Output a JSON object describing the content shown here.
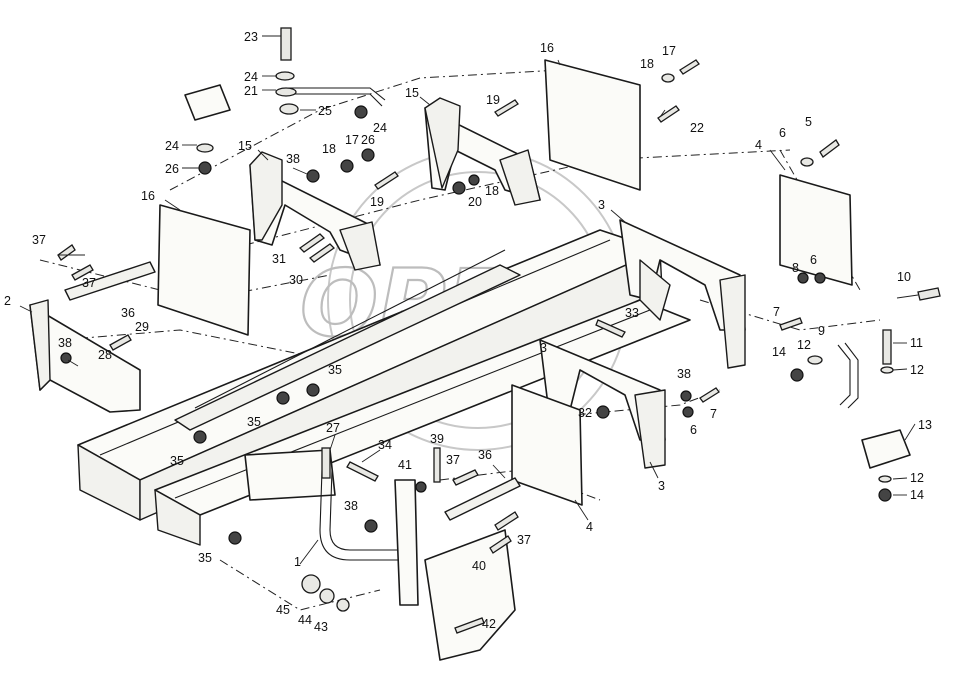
{
  "watermark": {
    "text": "OPEX"
  },
  "labels": [
    {
      "id": "l23a",
      "text": "23"
    },
    {
      "id": "l24a",
      "text": "24"
    },
    {
      "id": "l21",
      "text": "21"
    },
    {
      "id": "l25",
      "text": "25"
    },
    {
      "id": "l24b",
      "text": "24"
    },
    {
      "id": "l26a",
      "text": "26"
    },
    {
      "id": "l15a",
      "text": "15"
    },
    {
      "id": "l38a",
      "text": "38"
    },
    {
      "id": "l18a",
      "text": "18"
    },
    {
      "id": "l17a",
      "text": "17"
    },
    {
      "id": "l26b",
      "text": "26"
    },
    {
      "id": "l24c",
      "text": "24"
    },
    {
      "id": "l19a",
      "text": "19"
    },
    {
      "id": "l16a",
      "text": "16"
    },
    {
      "id": "l31",
      "text": "31"
    },
    {
      "id": "l30",
      "text": "30"
    },
    {
      "id": "l37a",
      "text": "37"
    },
    {
      "id": "l37b",
      "text": "37"
    },
    {
      "id": "l2",
      "text": "2"
    },
    {
      "id": "l38b",
      "text": "38"
    },
    {
      "id": "l36a",
      "text": "36"
    },
    {
      "id": "l29",
      "text": "29"
    },
    {
      "id": "l28",
      "text": "28"
    },
    {
      "id": "l35a",
      "text": "35"
    },
    {
      "id": "l35b",
      "text": "35"
    },
    {
      "id": "l35c",
      "text": "35"
    },
    {
      "id": "l35d",
      "text": "35"
    },
    {
      "id": "l16b",
      "text": "16"
    },
    {
      "id": "l15b",
      "text": "15"
    },
    {
      "id": "l19b",
      "text": "19"
    },
    {
      "id": "l18b",
      "text": "18"
    },
    {
      "id": "l17b",
      "text": "17"
    },
    {
      "id": "l22",
      "text": "22"
    },
    {
      "id": "l20",
      "text": "20"
    },
    {
      "id": "l18c",
      "text": "18"
    },
    {
      "id": "l3a",
      "text": "3"
    },
    {
      "id": "l33",
      "text": "33"
    },
    {
      "id": "l6a",
      "text": "6"
    },
    {
      "id": "l5",
      "text": "5"
    },
    {
      "id": "l4a",
      "text": "4"
    },
    {
      "id": "l8",
      "text": "8"
    },
    {
      "id": "l6b",
      "text": "6"
    },
    {
      "id": "l10",
      "text": "10"
    },
    {
      "id": "l7a",
      "text": "7"
    },
    {
      "id": "l9",
      "text": "9"
    },
    {
      "id": "l11",
      "text": "11"
    },
    {
      "id": "l14a",
      "text": "14"
    },
    {
      "id": "l12a",
      "text": "12"
    },
    {
      "id": "l12b",
      "text": "12"
    },
    {
      "id": "l38c",
      "text": "38"
    },
    {
      "id": "l32",
      "text": "32"
    },
    {
      "id": "l7b",
      "text": "7"
    },
    {
      "id": "l6c",
      "text": "6"
    },
    {
      "id": "l3b",
      "text": "3"
    },
    {
      "id": "l3c",
      "text": "3"
    },
    {
      "id": "l13",
      "text": "13"
    },
    {
      "id": "l12c",
      "text": "12"
    },
    {
      "id": "l14b",
      "text": "14"
    },
    {
      "id": "l27",
      "text": "27"
    },
    {
      "id": "l34",
      "text": "34"
    },
    {
      "id": "l39",
      "text": "39"
    },
    {
      "id": "l41",
      "text": "41"
    },
    {
      "id": "l37c",
      "text": "37"
    },
    {
      "id": "l36b",
      "text": "36"
    },
    {
      "id": "l4b",
      "text": "4"
    },
    {
      "id": "l38d",
      "text": "38"
    },
    {
      "id": "l37d",
      "text": "37"
    },
    {
      "id": "l40",
      "text": "40"
    },
    {
      "id": "l1",
      "text": "1"
    },
    {
      "id": "l45",
      "text": "45"
    },
    {
      "id": "l44",
      "text": "44"
    },
    {
      "id": "l43",
      "text": "43"
    },
    {
      "id": "l42",
      "text": "42"
    }
  ]
}
